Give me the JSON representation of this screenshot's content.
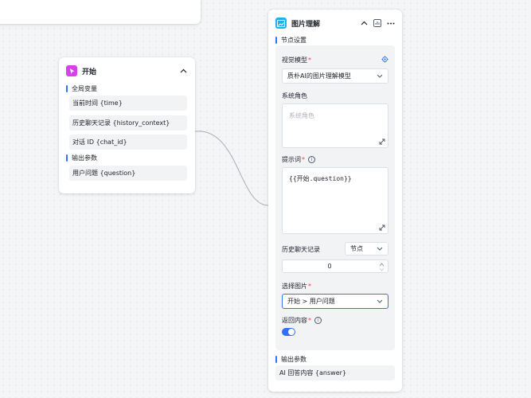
{
  "start_node": {
    "title": "开始",
    "global_vars_title": "全局变量",
    "global_vars": [
      {
        "label": "当前时间 {time}"
      },
      {
        "label": "历史聊天记录 {history_context}"
      },
      {
        "label": "对话 ID {chat_id}"
      }
    ],
    "output_title": "输出参数",
    "outputs": [
      {
        "label": "用户问题 {question}"
      }
    ]
  },
  "image_node": {
    "title": "图片理解",
    "node_settings_title": "节点设置",
    "vision_model_label": "视觉模型",
    "vision_model_value": "质朴AI的图片理解模型",
    "system_role_label": "系统角色",
    "system_role_placeholder": "系统角色",
    "prompt_label": "提示词",
    "prompt_value": "{{开始.question}}",
    "history_label": "历史聊天记录",
    "history_mode": "节点",
    "history_count": "0",
    "select_image_label": "选择图片",
    "select_image_value": "开始 > 用户问题",
    "return_content_label": "返回内容",
    "return_content_enabled": true,
    "output_title": "输出参数",
    "output_value": "AI 回答内容 {answer}"
  },
  "colors": {
    "accent": "#3370ff",
    "start_logo": "#d443e7",
    "image_logo": "#1eb0f0"
  }
}
